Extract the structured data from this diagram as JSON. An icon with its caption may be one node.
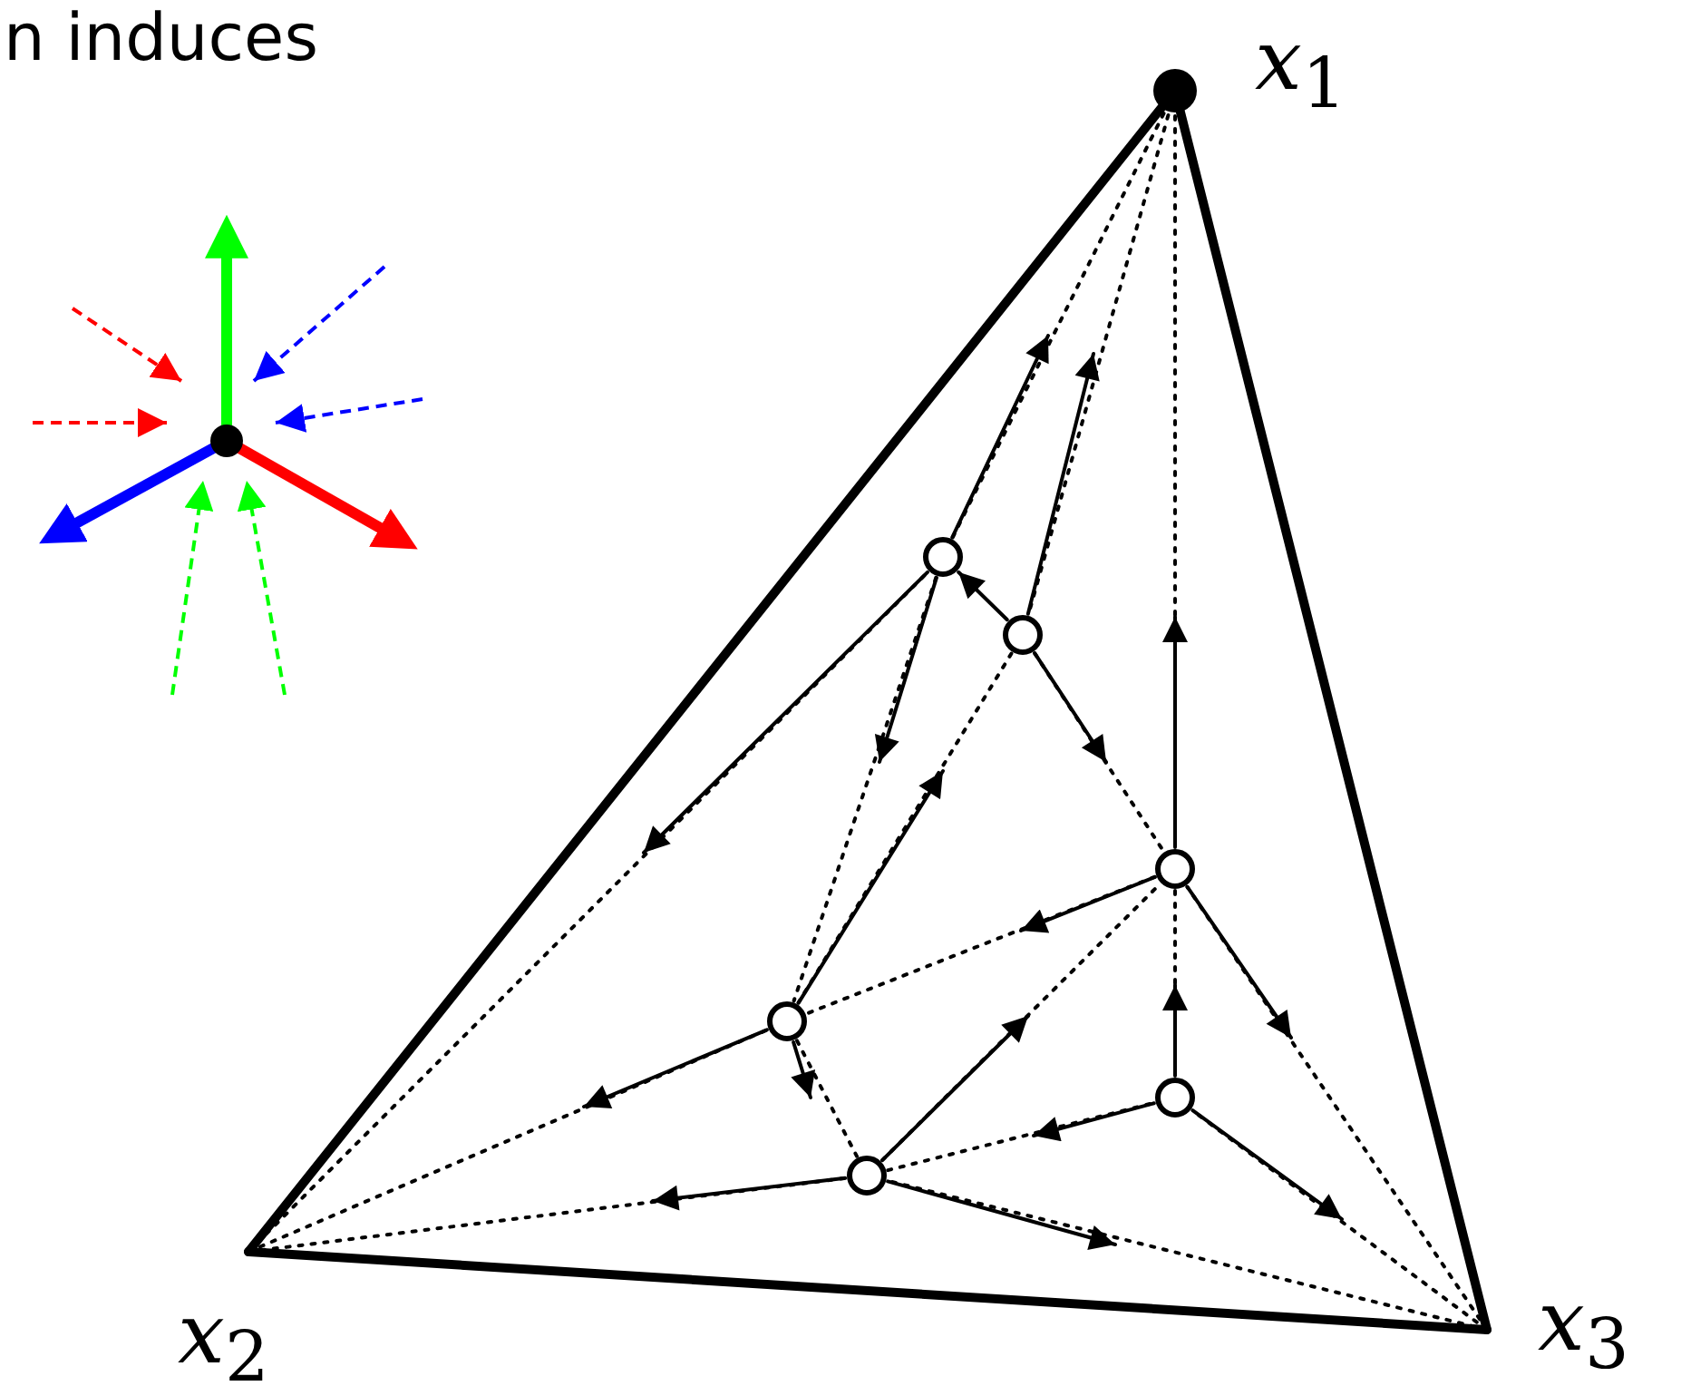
{
  "diagram": {
    "nodes": [
      {
        "text": [
          "*x*$_{1}$"
        ]
      },
      {
        "text": [
          "*x*$_{2}$"
        ]
      },
      {
        "text": [
          "*x*$_{3}$"
        ]
      },
      {
        "text": [],
        "shape": "circle"
      },
      {
        "text": [],
        "shape": "circle"
      },
      {
        "text": [],
        "shape": "circle"
      },
      {
        "text": [],
        "shape": "circle"
      },
      {
        "text": [],
        "shape": "circle"
      },
      {
        "text": [],
        "shape": "circle"
      }
    ],
    "edges": [
      {
        "from": 0,
        "to": 1,
        "arrow": "none",
        "style": "thick"
      },
      {
        "from": 0,
        "to": 2,
        "arrow": "none",
        "style": "thick"
      },
      {
        "from": 1,
        "to": 2,
        "arrow": "none",
        "style": "thick"
      },
      {
        "from": 0,
        "to": 3,
        "arrow": "none",
        "style": "dashed"
      },
      {
        "from": 0,
        "to": 4,
        "arrow": "none",
        "style": "dashed"
      },
      {
        "from": 0,
        "to": 5,
        "arrow": "none",
        "style": "dashed"
      },
      {
        "from": 1,
        "to": 3,
        "arrow": "none",
        "style": "dashed"
      },
      {
        "from": 1,
        "to": 6,
        "arrow": "none",
        "style": "dashed"
      },
      {
        "from": 1,
        "to": 7,
        "arrow": "none",
        "style": "dashed"
      },
      {
        "from": 2,
        "to": 5,
        "arrow": "none",
        "style": "dashed"
      },
      {
        "from": 2,
        "to": 8,
        "arrow": "none",
        "style": "dashed"
      },
      {
        "from": 2,
        "to": 7,
        "arrow": "none",
        "style": "dashed"
      },
      {
        "from": 3,
        "to": 6,
        "arrow": "none",
        "style": "dashed"
      },
      {
        "from": 4,
        "to": 6,
        "arrow": "none",
        "style": "dashed"
      },
      {
        "from": 4,
        "to": 5,
        "arrow": "none",
        "style": "dashed"
      },
      {
        "from": 5,
        "to": 6,
        "arrow": "none",
        "style": "dashed"
      },
      {
        "from": 5,
        "to": 8,
        "arrow": "none",
        "style": "dashed"
      },
      {
        "from": 6,
        "to": 7,
        "arrow": "none",
        "style": "dashed"
      },
      {
        "from": 7,
        "to": 8,
        "arrow": "none",
        "style": "dashed"
      },
      {
        "from": 7,
        "to": 5,
        "arrow": "none",
        "style": "dashed"
      },
      {
        "from": 3,
        "to": null,
        "arrow": "to"
      },
      {
        "from": 3,
        "to": null,
        "arrow": "to"
      },
      {
        "from": 3,
        "to": null,
        "arrow": "to"
      },
      {
        "from": 4,
        "to": null,
        "arrow": "to"
      },
      {
        "from": 4,
        "to": 3,
        "arrow": "to"
      },
      {
        "from": 4,
        "to": null,
        "arrow": "to"
      },
      {
        "from": 5,
        "to": null,
        "arrow": "to"
      },
      {
        "from": 5,
        "to": null,
        "arrow": "to"
      },
      {
        "from": 5,
        "to": null,
        "arrow": "to"
      },
      {
        "from": 6,
        "to": null,
        "arrow": "to"
      },
      {
        "from": 6,
        "to": null,
        "arrow": "to"
      },
      {
        "from": 6,
        "to": null,
        "arrow": "to"
      },
      {
        "from": 7,
        "to": null,
        "arrow": "to"
      },
      {
        "from": 7,
        "to": null,
        "arrow": "to"
      },
      {
        "from": 7,
        "to": null,
        "arrow": "to"
      },
      {
        "from": 8,
        "to": null,
        "arrow": "to"
      },
      {
        "from": 8,
        "to": null,
        "arrow": "to"
      },
      {
        "from": 8,
        "to": null,
        "arrow": "to"
      }
    ],
    "labels": [
      "n induces"
    ]
  }
}
